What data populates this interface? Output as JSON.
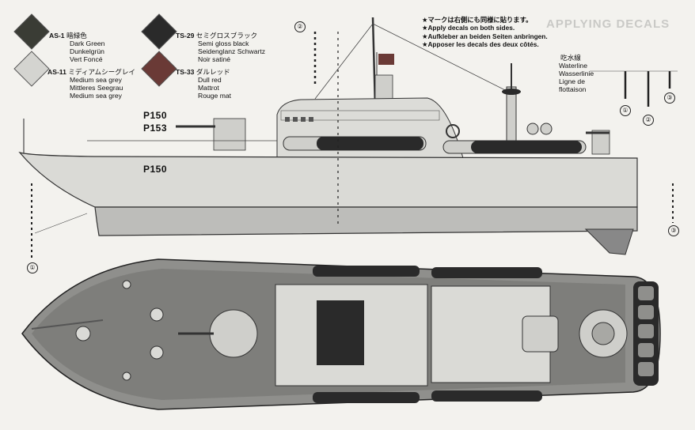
{
  "colors": {
    "dark_green": "#3a3c35",
    "medium_sea_grey": "#d4d4d0",
    "semi_gloss_black": "#2a2a2a",
    "dull_red": "#6a3a36",
    "hull_grey": "#bdbdba",
    "deck_grey": "#8f8f8c",
    "paper": "#f3f2ee"
  },
  "legend": [
    {
      "code": "AS-1",
      "jp": "暗緑色",
      "en": "Dark Green",
      "de": "Dunkelgrün",
      "fr": "Vert Foncé"
    },
    {
      "code": "AS-11",
      "jp": "ミディアムシーグレイ",
      "en": "Medium sea grey",
      "de": "Mittleres Seegrau",
      "fr": "Medium sea grey"
    },
    {
      "code": "TS-29",
      "jp": "セミグロスブラック",
      "en": "Semi gloss black",
      "de": "Seidenglanz Schwartz",
      "fr": "Noir satiné"
    },
    {
      "code": "TS-33",
      "jp": "ダルレッド",
      "en": "Dull red",
      "de": "Mattrot",
      "fr": "Rouge mat"
    }
  ],
  "notes": [
    "★マークは右側にも同様に貼ります。",
    "★Apply decals on both sides.",
    "★Aufkleber an beiden Seiten anbringen.",
    "★Apposer les decals des deux côtés."
  ],
  "waterline": {
    "jp": "吃水線",
    "en": "Waterline",
    "de": "Wasserlinie",
    "fr": "Ligne de",
    "fr2": "flottaison"
  },
  "hull_numbers": {
    "a": "P150",
    "b": "P153",
    "side": "P150"
  },
  "markers": {
    "one": "①",
    "two": "②",
    "three": "③"
  },
  "faint_heading": "APPLYING DECALS"
}
